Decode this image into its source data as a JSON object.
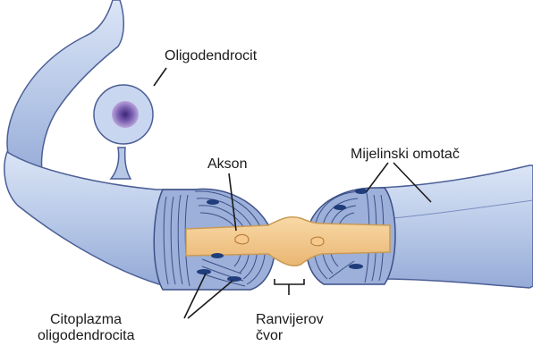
{
  "labels": {
    "oligodendrocyte": "Oligodendrocit",
    "myelin_sheath": "Mijelinski omotač",
    "axon": "Akson",
    "cytoplasm_line1": "Citoplazma",
    "cytoplasm_line2": "oligodendrocita",
    "node_line1": "Ranvijerov",
    "node_line2": "čvor"
  },
  "colors": {
    "myelin_fill": "#b4c6e6",
    "myelin_highlight": "#d8e3f5",
    "myelin_edge": "#4c5f96",
    "wrap_fill": "#93a8d5",
    "wrap_lines": "#3d4f86",
    "axon_fill": "#f3c788",
    "axon_edge": "#c99a55",
    "nucleus_inner": "#4a2f86",
    "nucleus_outer": "#b39ad6",
    "cytoplasm_dots": "#1f3d7a",
    "pointer_lines": "#1a1a1a"
  }
}
